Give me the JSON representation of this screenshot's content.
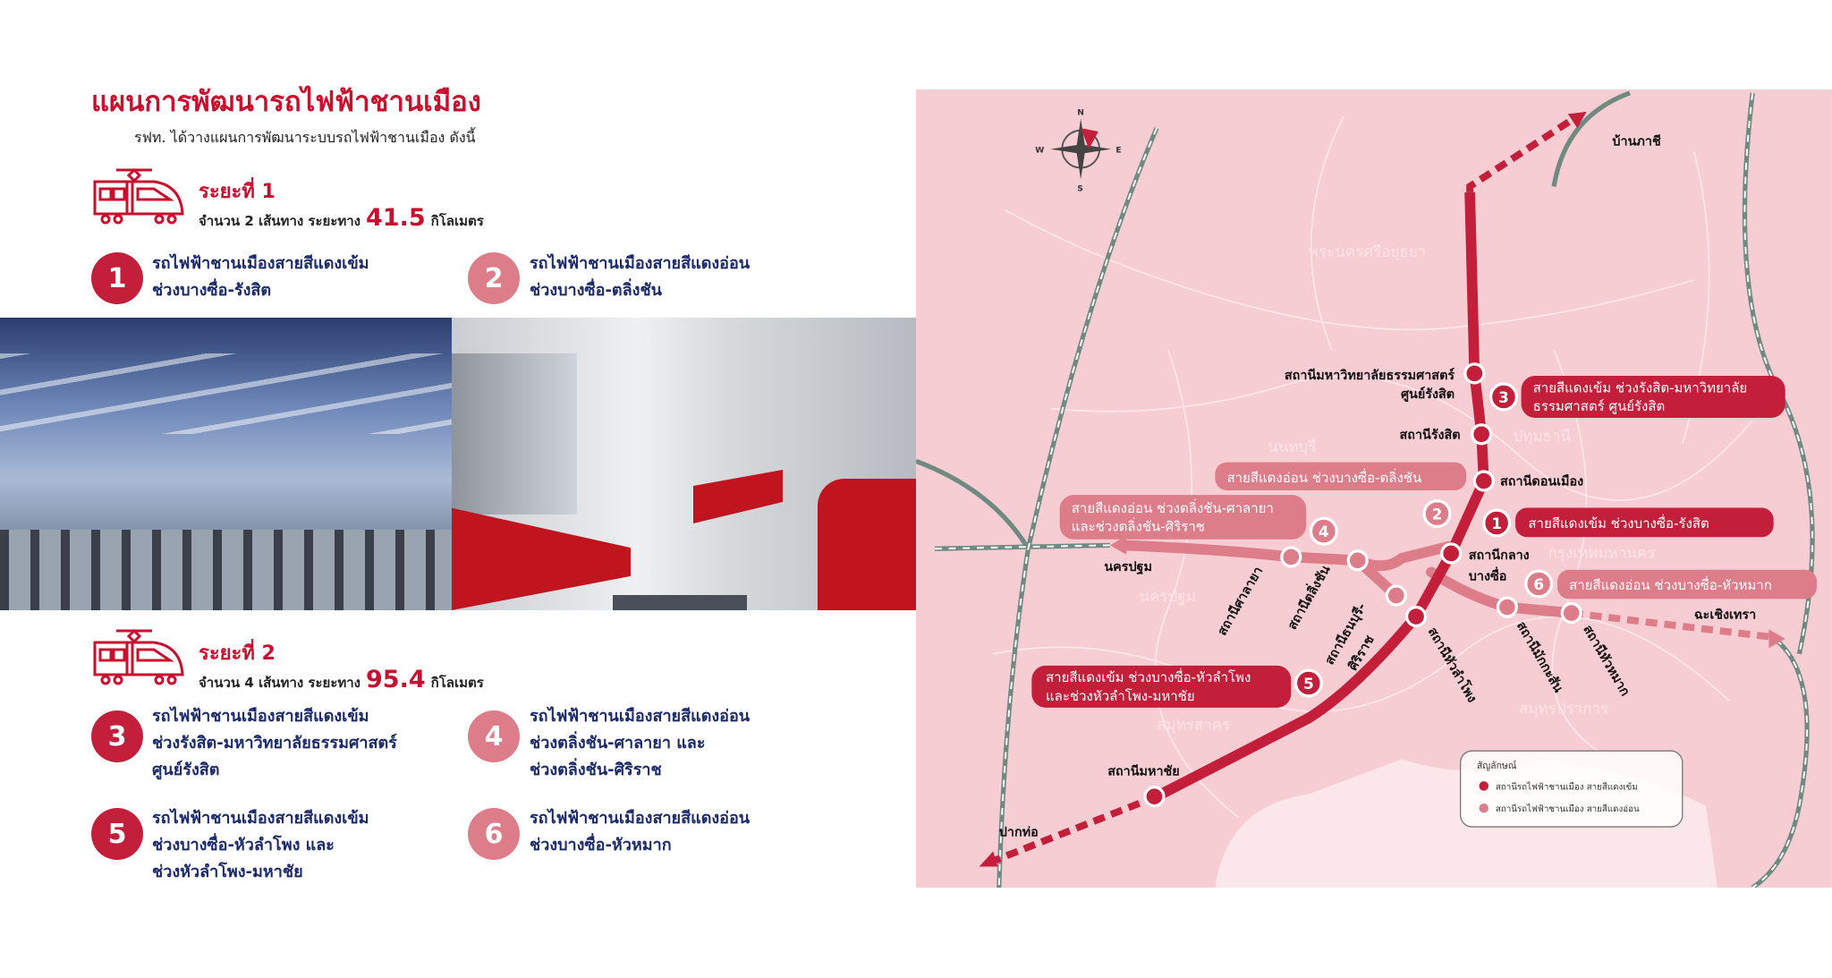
{
  "header": {
    "title": "แผนการพัฒนารถไฟฟ้าชานเมือง",
    "subtitle": "รฟท. ได้วางแผนการพัฒนาระบบรถไฟฟ้าชานเมือง ดังนี้"
  },
  "phases": [
    {
      "label": "ระยะที่ 1",
      "detail_prefix": "จำนวน 2 เส้นทาง ระยะทาง",
      "km": "41.5",
      "unit": "กิโลเมตร",
      "items": [
        {
          "num": "1",
          "line1": "รถไฟฟ้าชานเมืองสายสีแดงเข้ม",
          "line2": "ช่วงบางซื่อ-รังสิต",
          "line3": ""
        },
        {
          "num": "2",
          "line1": "รถไฟฟ้าชานเมืองสายสีแดงอ่อน",
          "line2": "ช่วงบางซื่อ-ตลิ่งชัน",
          "line3": ""
        }
      ]
    },
    {
      "label": "ระยะที่ 2",
      "detail_prefix": "จำนวน 4 เส้นทาง ระยะทาง",
      "km": "95.4",
      "unit": "กิโลเมตร",
      "items": [
        {
          "num": "3",
          "line1": "รถไฟฟ้าชานเมืองสายสีแดงเข้ม",
          "line2": "ช่วงรังสิต-มหาวิทยาลัยธรรมศาสตร์",
          "line3": "ศูนย์รังสิต"
        },
        {
          "num": "4",
          "line1": "รถไฟฟ้าชานเมืองสายสีแดงอ่อน",
          "line2": "ช่วงตลิ่งชัน-ศาลายา และ",
          "line3": "ช่วงตลิ่งชัน-ศิริราช"
        },
        {
          "num": "5",
          "line1": "รถไฟฟ้าชานเมืองสายสีแดงเข้ม",
          "line2": "ช่วงบางซื่อ-หัวลำโพง และ",
          "line3": "ช่วงหัวลำโพง-มหาชัย"
        },
        {
          "num": "6",
          "line1": "รถไฟฟ้าชานเมืองสายสีแดงอ่อน",
          "line2": "ช่วงบางซื่อ-หัวหมาก",
          "line3": ""
        }
      ]
    }
  ],
  "map": {
    "colors": {
      "dark_red": "#c41f3a",
      "light_red": "#de7d8a",
      "map_bg": "#f7cdd4",
      "rail": "#6f8a80"
    },
    "compass": {
      "n": "N",
      "s": "S",
      "e": "E",
      "w": "W"
    },
    "provinces": [
      "พระนครศรีอยุธยา",
      "นนทบุรี",
      "ปทุมธานี",
      "กรุงเทพมหานคร",
      "นครปฐม",
      "สมุทรปราการ",
      "สมุทรสาคร"
    ],
    "endpoints": {
      "north": "บ้านภาชี",
      "west": "นครปฐม",
      "east": "ฉะเชิงเทรา",
      "southwest": "ปากท่อ"
    },
    "stations": {
      "thammasat_1": "สถานีมหาวิทยาลัยธรรมศาสตร์",
      "thammasat_2": "ศูนย์รังสิต",
      "rangsit": "สถานีรังสิต",
      "donmueang": "สถานีดอนเมือง",
      "bangsue_1": "สถานีกลาง",
      "bangsue_2": "บางซื่อ",
      "salaya": "สถานีศาลายา",
      "talingchan": "สถานีตลิ่งชัน",
      "siriraj_1": "สถานีธนบุรี-",
      "siriraj_2": "ศิริราช",
      "hualamphong": "สถานีหัวลำโพง",
      "makkasan": "สถานีมักกะสัน",
      "huamak": "สถานีหัวหมาก",
      "mahachai": "สถานีมหาชัย"
    },
    "callouts": [
      {
        "num": "1",
        "line1": "สายสีแดงเข้ม ช่วงบางซื่อ-รังสิต",
        "line2": ""
      },
      {
        "num": "2",
        "line1": "สายสีแดงอ่อน ช่วงบางซื่อ-ตลิ่งชัน",
        "line2": ""
      },
      {
        "num": "3",
        "line1": "สายสีแดงเข้ม ช่วงรังสิต-มหาวิทยาลัย",
        "line2": "ธรรมศาสตร์ ศูนย์รังสิต"
      },
      {
        "num": "4",
        "line1": "สายสีแดงอ่อน ช่วงตลิ่งชัน-ศาลายา",
        "line2": "และช่วงตลิ่งชัน-ศิริราช"
      },
      {
        "num": "5",
        "line1": "สายสีแดงเข้ม ช่วงบางซื่อ-หัวลำโพง",
        "line2": "และช่วงหัวลำโพง-มหาชัย"
      },
      {
        "num": "6",
        "line1": "สายสีแดงอ่อน ช่วงบางซื่อ-หัวหมาก",
        "line2": ""
      }
    ],
    "legend": {
      "title": "สัญลักษณ์",
      "dark": "สถานีรถไฟฟ้าชานเมือง สายสีแดงเข้ม",
      "light": "สถานีรถไฟฟ้าชานเมือง สายสีแดงอ่อน"
    }
  }
}
